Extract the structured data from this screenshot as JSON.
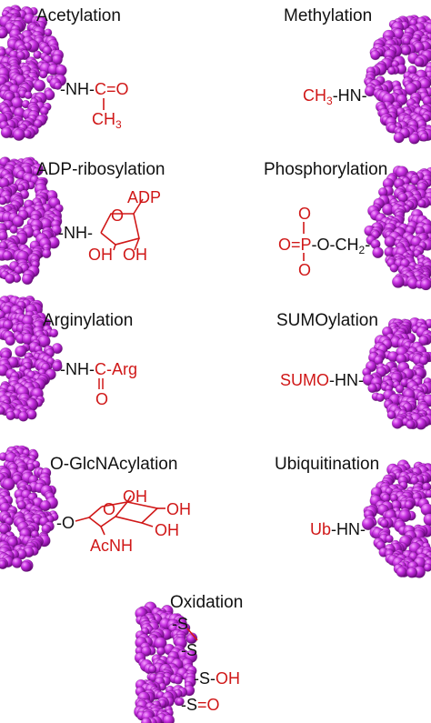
{
  "colors": {
    "protein": "#b71fd6",
    "modification": "#d01818",
    "text": "#111111"
  },
  "panels": {
    "acetylation": {
      "title": "Acetylation",
      "link": "-NH-",
      "carbon": "C",
      "double_bond": "=",
      "oxygen": "O",
      "group": "CH",
      "group_sub": "3"
    },
    "methylation": {
      "title": "Methylation",
      "group": "CH",
      "group_sub": "3",
      "link": "-HN-"
    },
    "adp_ribosylation": {
      "title": "ADP-ribosylation",
      "link": "-NH-",
      "ring_oxygen": "O",
      "adp": "ADP",
      "oh1": "OH",
      "oh2": "OH"
    },
    "phosphorylation": {
      "title": "Phosphorylation",
      "o_top": "O",
      "o_left": "O",
      "double_bond": "=",
      "phosphorus": "P",
      "o_bottom": "O",
      "tail": "-O-CH",
      "tail_sub": "2",
      "tail_end": "-"
    },
    "arginylation": {
      "title": "Arginylation",
      "link": "-NH-",
      "carbon": "C",
      "arg": "-Arg",
      "oxygen": "O"
    },
    "sumoylation": {
      "title": "SUMOylation",
      "group": "SUMO",
      "link": "-HN-"
    },
    "o_glcnacylation": {
      "title": "O-GlcNAcylation",
      "link": "-O",
      "ring_oxygen": "O",
      "oh_top": "OH",
      "oh_right": "OH",
      "oh_bottom_right": "OH",
      "acnh": "AcNH"
    },
    "ubiquitination": {
      "title": "Ubiquitination",
      "group": "Ub",
      "link": "-HN-"
    },
    "oxidation": {
      "title": "Oxidation",
      "s1": "-S",
      "s2": "-S",
      "s3": "-S-",
      "s3_oh": "OH",
      "s4": "-S",
      "s4_bond": "=",
      "s4_o": "O"
    }
  }
}
